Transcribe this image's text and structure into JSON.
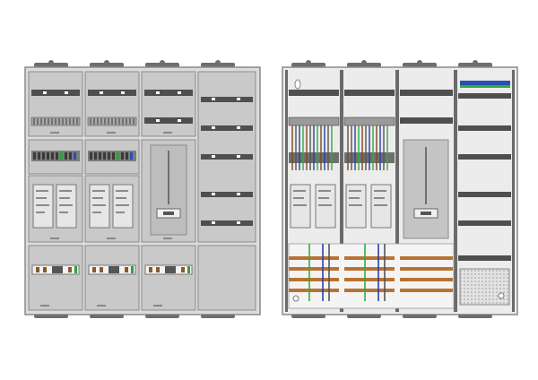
{
  "diagram": {
    "panels": [
      {
        "name": "closed-distribution-panel",
        "state": "covers-on"
      },
      {
        "name": "open-distribution-panel",
        "state": "covers-off"
      }
    ],
    "colors": {
      "frame": "#9a9a9a",
      "panel_fill": "#c9c9c9",
      "rail": "#555555",
      "wire_green": "#2fae3a",
      "wire_blue": "#2c3fa8",
      "wire_brown": "#7a4a22",
      "busbar_copper": "#b87333",
      "terminal_green": "#2f9f3a",
      "terminal_blue": "#2a4fb5"
    }
  }
}
